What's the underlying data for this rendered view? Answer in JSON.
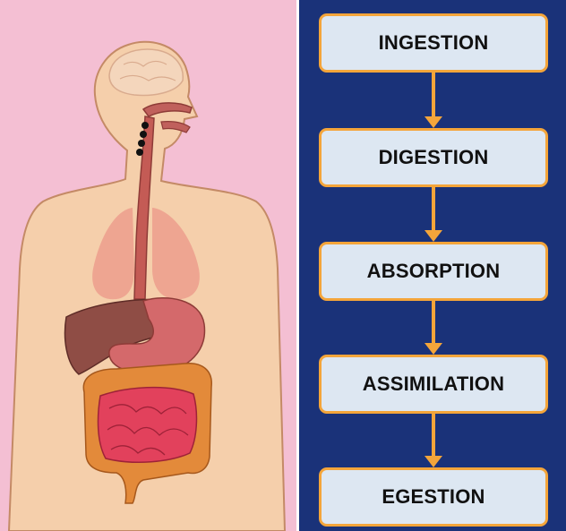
{
  "steps": [
    {
      "label": "INGESTION"
    },
    {
      "label": "DIGESTION"
    },
    {
      "label": "ABSORPTION"
    },
    {
      "label": "ASSIMILATION"
    },
    {
      "label": "EGESTION"
    }
  ],
  "colors": {
    "left_background": "#f4bfd3",
    "right_background": "#1a3279",
    "box_fill": "#dde7f2",
    "box_border": "#f4a53a",
    "arrow": "#f4a53a"
  },
  "illustration": {
    "subject": "human digestive system",
    "organs": [
      "brain",
      "mouth",
      "esophagus",
      "lungs",
      "liver",
      "stomach",
      "large-intestine",
      "small-intestine"
    ]
  }
}
